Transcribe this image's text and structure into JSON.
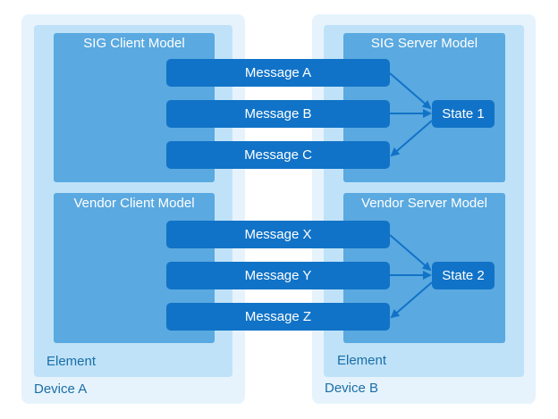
{
  "device_a": {
    "label": "Device A",
    "element_label": "Element"
  },
  "device_b": {
    "label": "Device B",
    "element_label": "Element"
  },
  "models": {
    "sig_client": "SIG Client Model",
    "vendor_client": "Vendor Client Model",
    "sig_server": "SIG Server Model",
    "vendor_server": "Vendor Server Model"
  },
  "messages": {
    "a": "Message A",
    "b": "Message B",
    "c": "Message C",
    "x": "Message X",
    "y": "Message Y",
    "z": "Message Z"
  },
  "states": {
    "s1": "State 1",
    "s2": "State 2"
  },
  "colors": {
    "device_bg": "#e6f3fc",
    "element_bg": "#bfe2f8",
    "model_bg": "#5aa9e0",
    "message_bg": "#1173c7",
    "label_text": "#1a6ea8"
  }
}
